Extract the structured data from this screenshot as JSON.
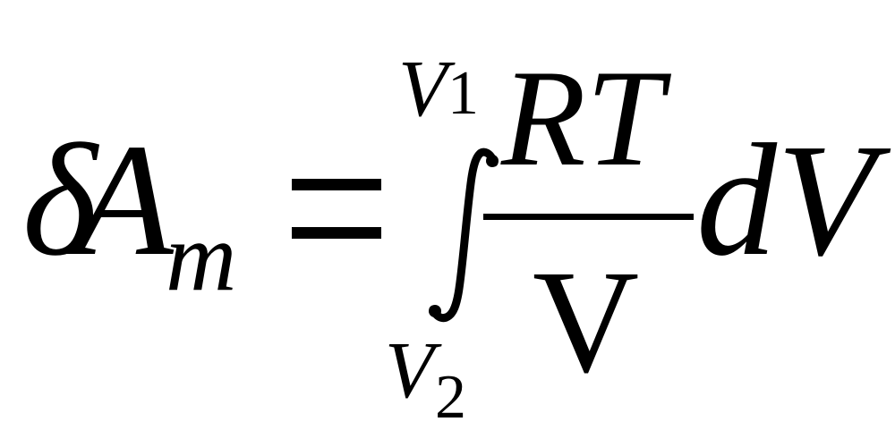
{
  "formula": {
    "lhs": {
      "symbol": "δA",
      "subscript": "m"
    },
    "equals": "=",
    "integral": {
      "upper_limit": {
        "symbol": "V",
        "subscript": "1"
      },
      "lower_limit": {
        "symbol": "V",
        "subscript": "2"
      }
    },
    "fraction": {
      "numerator": "RT",
      "denominator": "V"
    },
    "differential": "dV"
  }
}
